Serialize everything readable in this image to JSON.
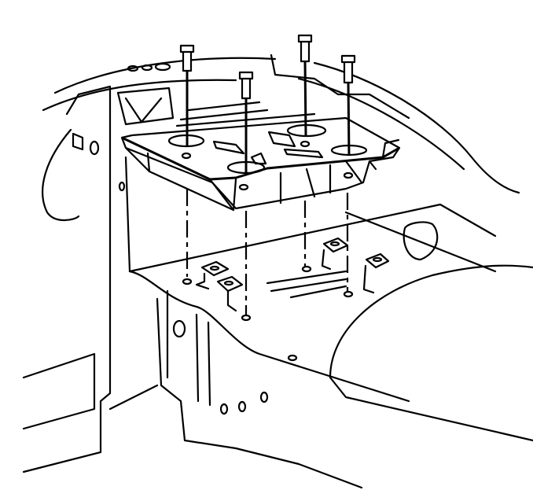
{
  "diagram": {
    "subject": "tray-with-four-bolts-and-clip-nuts",
    "colors": {
      "stroke": "#000000",
      "background": "#ffffff"
    },
    "bolt_count": 4,
    "clip_nut_count": 4
  }
}
